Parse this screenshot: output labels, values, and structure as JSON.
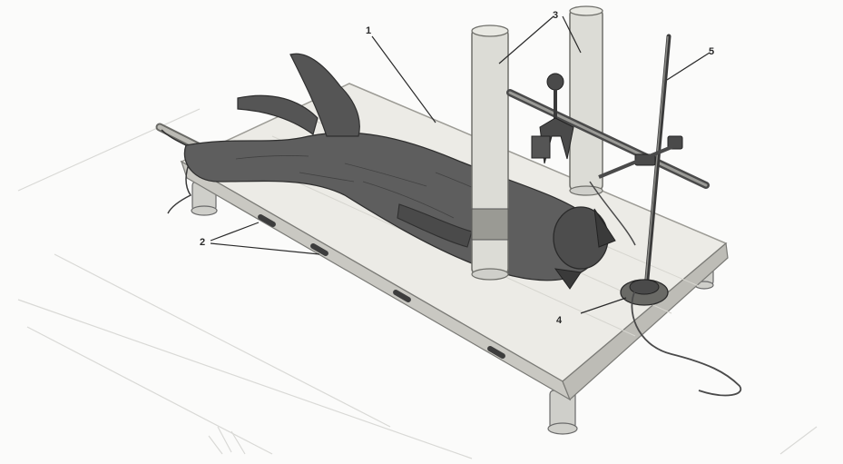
{
  "figure": {
    "callouts": [
      {
        "id": "1",
        "text": "1",
        "target": "animal"
      },
      {
        "id": "2",
        "text": "2",
        "target": "board-slots"
      },
      {
        "id": "3",
        "text": "3",
        "target": "vertical-posts"
      },
      {
        "id": "4",
        "text": "4",
        "target": "stand-base"
      },
      {
        "id": "5",
        "text": "5",
        "target": "stand-rod"
      }
    ]
  },
  "colors": {
    "ink": "#2a2a2a",
    "board": "#ecebe6",
    "board_edge": "#bdbcb6",
    "fur": "#5e5e5e",
    "fur_dark": "#3a3a3a",
    "post": "#dcdcd6",
    "metal": "#4a4a4a",
    "background": "#fbfbfa"
  }
}
